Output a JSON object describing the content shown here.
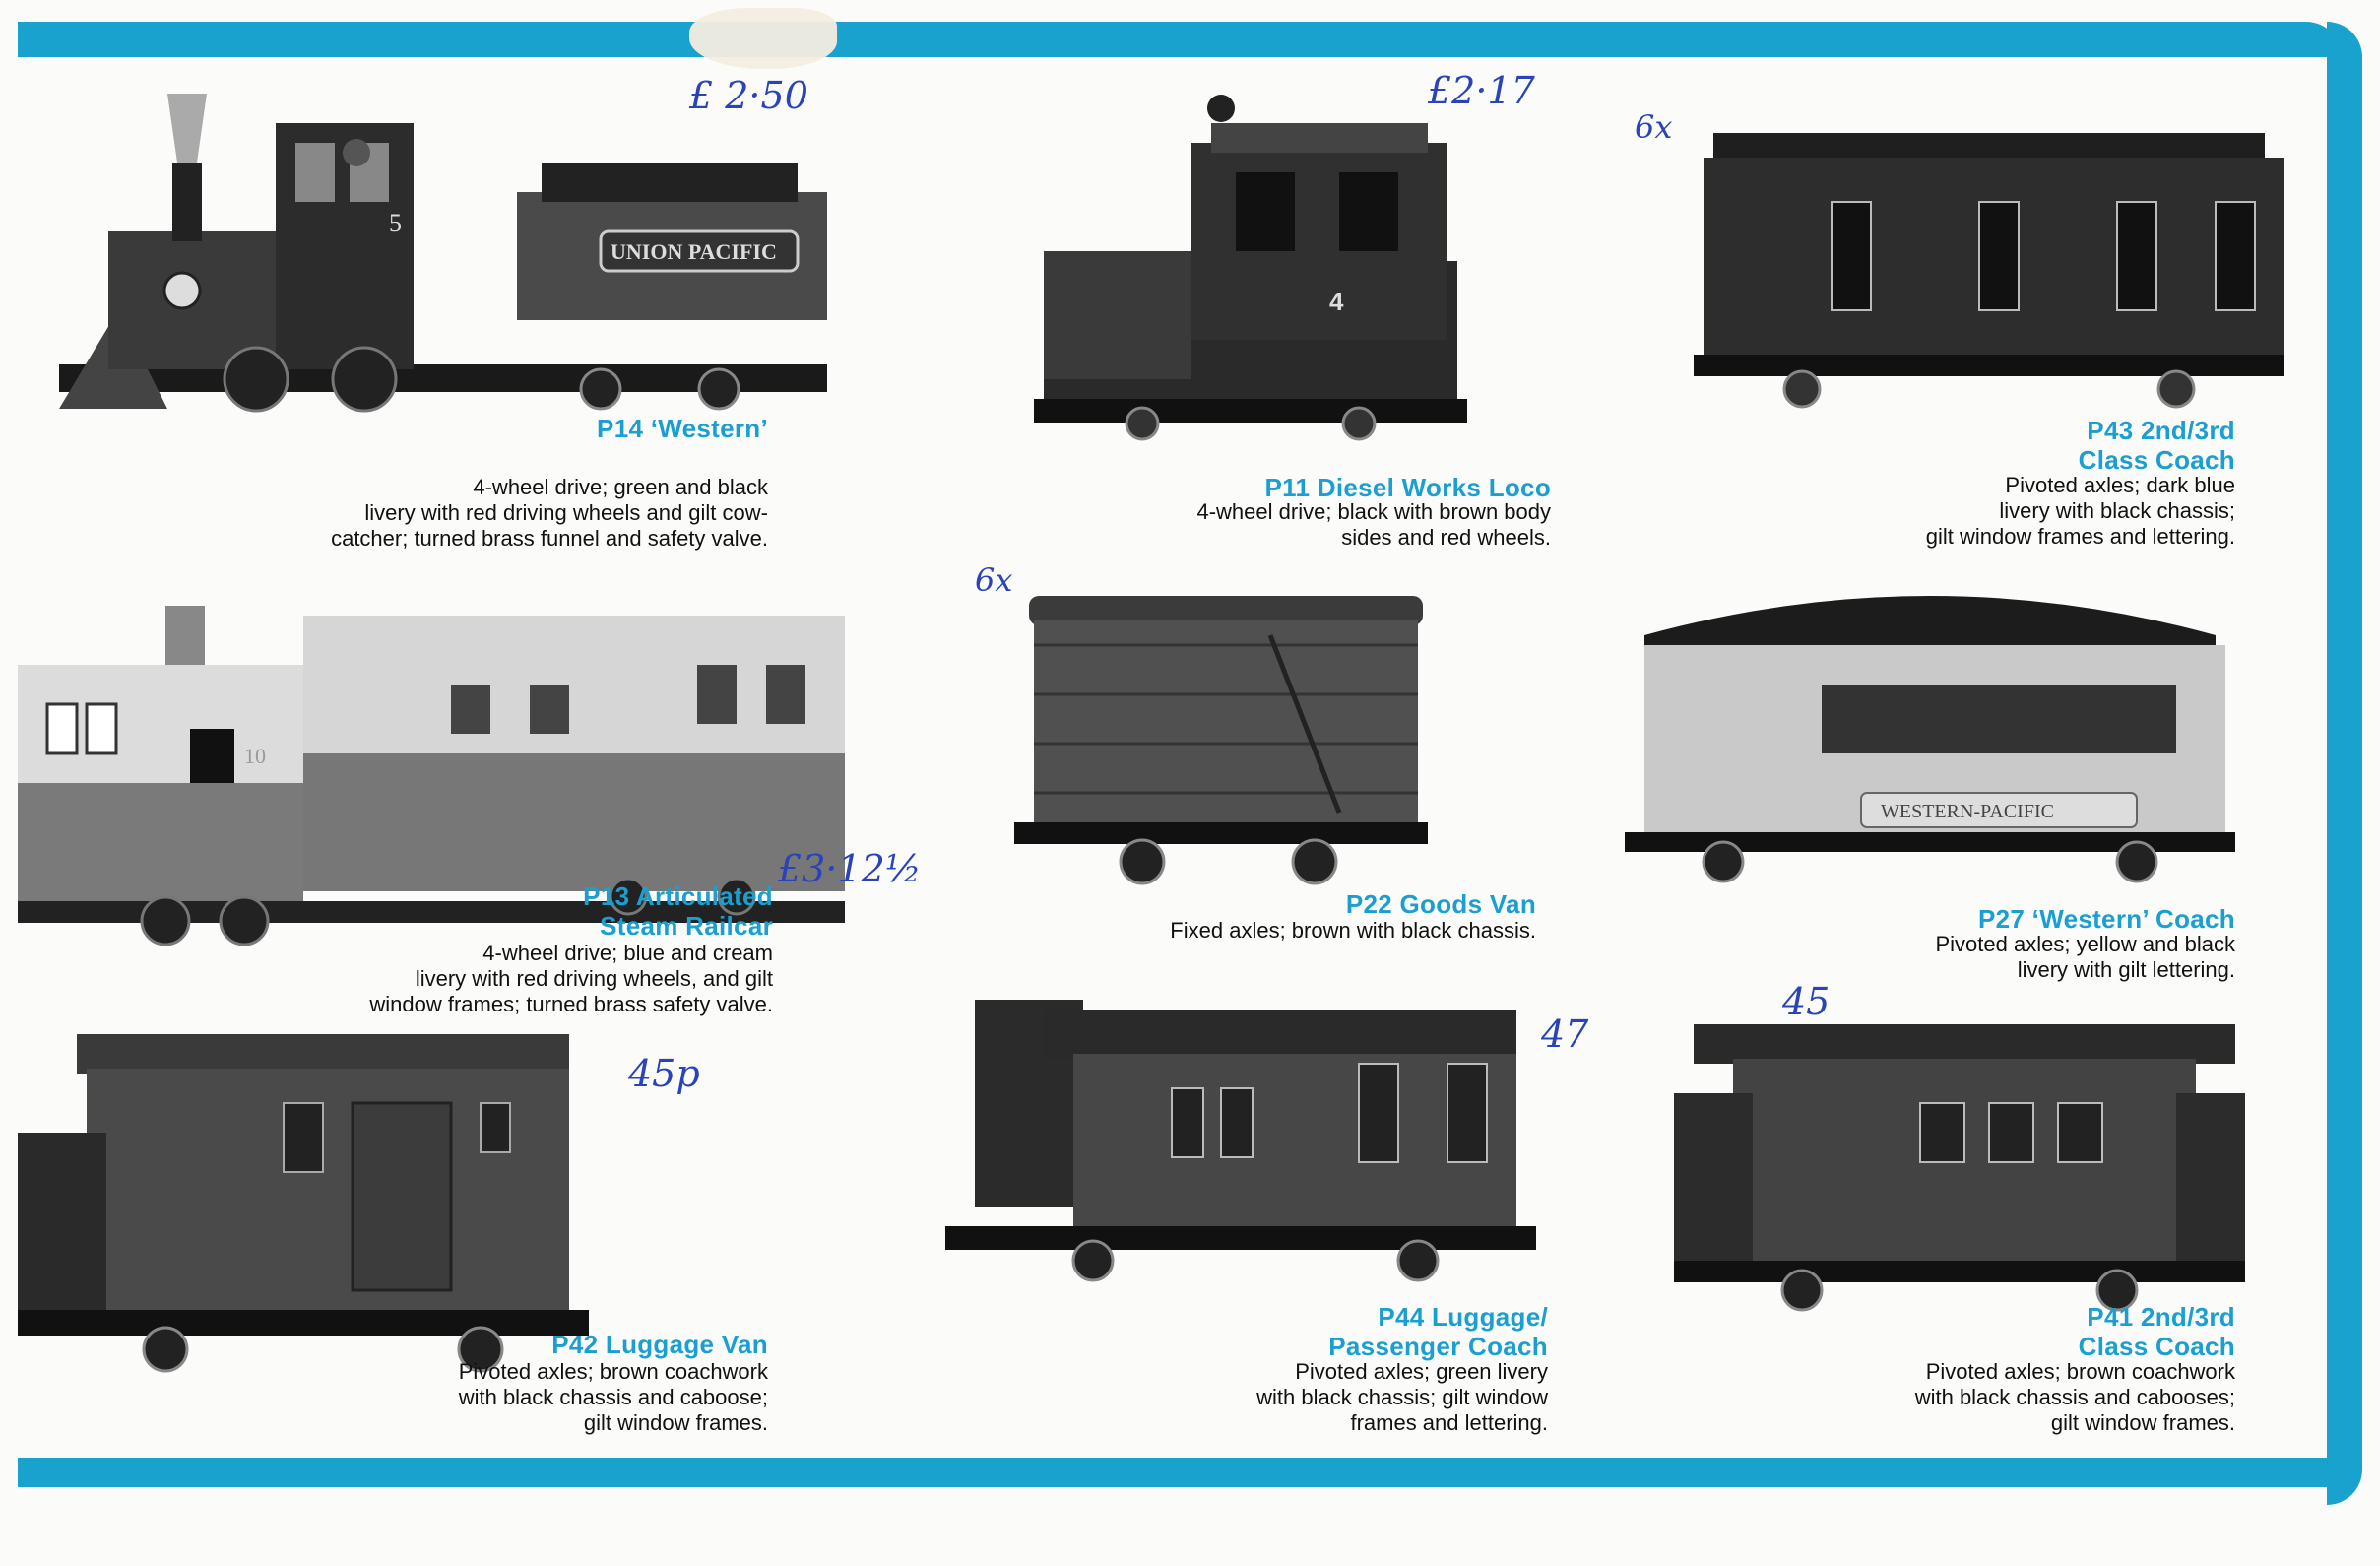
{
  "products": [
    {
      "code_title": "P14 ‘Western’",
      "desc": [
        "4-wheel drive; green and black",
        "livery with red driving wheels and gilt cow-",
        "catcher; turned brass funnel and safety valve."
      ],
      "markings": {
        "number": "5",
        "tender": "UNION PACIFIC"
      }
    },
    {
      "code_title": "P11 Diesel Works Loco",
      "desc": [
        "4-wheel drive; black with brown body",
        "sides and red wheels."
      ],
      "markings": {
        "number": "4"
      }
    },
    {
      "code_title": [
        "P43 2nd/3rd",
        "Class Coach"
      ],
      "desc": [
        "Pivoted axles; dark blue",
        "livery with black chassis;",
        "gilt window frames and lettering."
      ]
    },
    {
      "code_title": [
        "P13 Articulated",
        "Steam Railcar"
      ],
      "desc": [
        "4-wheel drive; blue and cream",
        "livery with red driving wheels, and gilt",
        "window frames; turned brass safety valve."
      ],
      "markings": {
        "number": "10"
      }
    },
    {
      "code_title": "P22 Goods Van",
      "desc": [
        "Fixed axles; brown with black chassis."
      ]
    },
    {
      "code_title": "P27 ‘Western’ Coach",
      "desc": [
        "Pivoted axles; yellow and black",
        "livery with gilt lettering."
      ],
      "markings": {
        "side": "WESTERN-PACIFIC"
      }
    },
    {
      "code_title": "P42 Luggage Van",
      "desc": [
        "Pivoted axles; brown coachwork",
        "with black chassis and caboose;",
        "gilt window frames."
      ]
    },
    {
      "code_title": [
        "P44 Luggage/",
        "Passenger Coach"
      ],
      "desc": [
        "Pivoted axles; green livery",
        "with black chassis; gilt window",
        "frames and lettering."
      ]
    },
    {
      "code_title": [
        "P41 2nd/3rd",
        "Class Coach"
      ],
      "desc": [
        "Pivoted axles; brown coachwork",
        "with black chassis and cabooses;",
        "gilt window frames."
      ]
    }
  ],
  "handwriting": {
    "p14": "£ 2·50",
    "p11": "£2·17",
    "p43": "6x",
    "p22": "6x",
    "p13": "£3·12½",
    "p42": "45p",
    "p44": "47",
    "p41": "45"
  },
  "colors": {
    "accent": "#1aa2cf",
    "handwriting": "#2a43b8"
  }
}
